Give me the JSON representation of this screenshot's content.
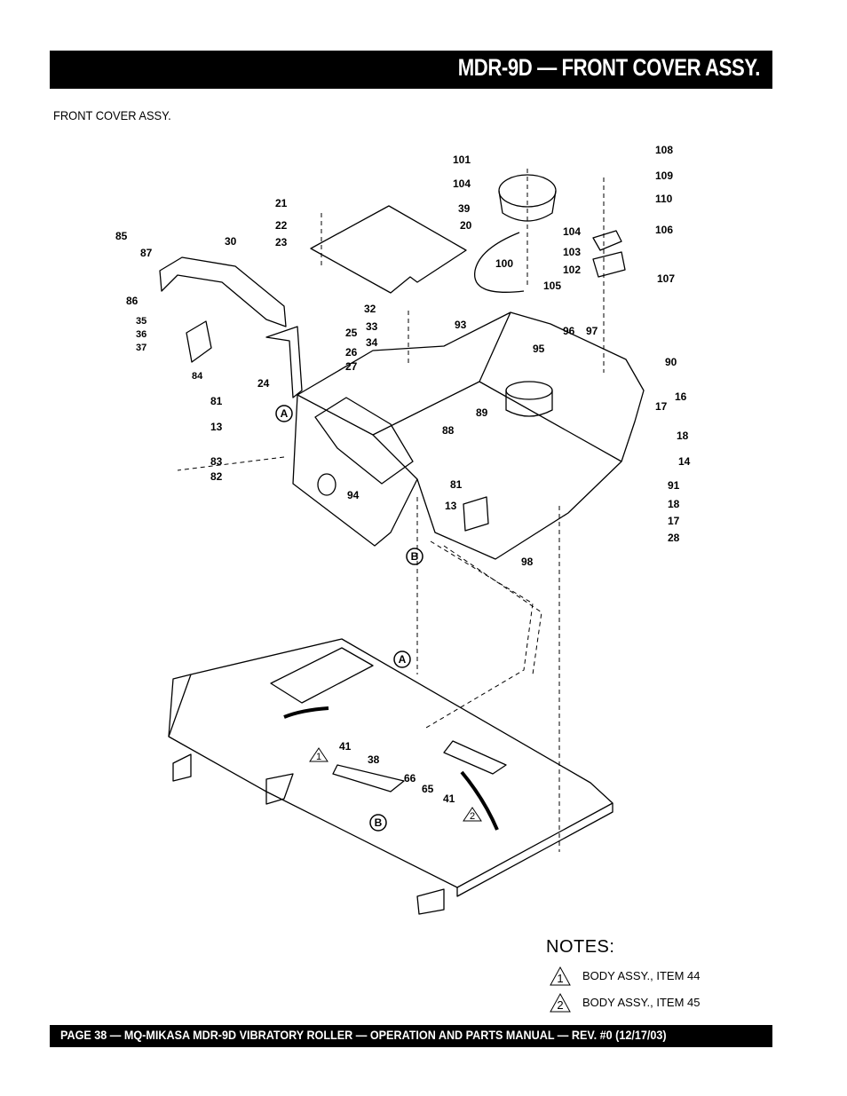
{
  "header": {
    "title": "MDR-9D — FRONT COVER ASSY."
  },
  "subtitle": "FRONT COVER ASSY.",
  "diagram": {
    "callouts": [
      {
        "id": "c101",
        "label": "101"
      },
      {
        "id": "c104a",
        "label": "104"
      },
      {
        "id": "c39",
        "label": "39"
      },
      {
        "id": "c108",
        "label": "108"
      },
      {
        "id": "c109",
        "label": "109"
      },
      {
        "id": "c110",
        "label": "110"
      },
      {
        "id": "c106",
        "label": "106"
      },
      {
        "id": "c107",
        "label": "107"
      },
      {
        "id": "c21",
        "label": "21"
      },
      {
        "id": "c22",
        "label": "22"
      },
      {
        "id": "c23",
        "label": "23"
      },
      {
        "id": "c20",
        "label": "20"
      },
      {
        "id": "c104b",
        "label": "104"
      },
      {
        "id": "c103",
        "label": "103"
      },
      {
        "id": "c102",
        "label": "102"
      },
      {
        "id": "c100",
        "label": "100"
      },
      {
        "id": "c105",
        "label": "105"
      },
      {
        "id": "c85",
        "label": "85"
      },
      {
        "id": "c87",
        "label": "87"
      },
      {
        "id": "c86",
        "label": "86"
      },
      {
        "id": "c30",
        "label": "30"
      },
      {
        "id": "c35",
        "label": "35"
      },
      {
        "id": "c36",
        "label": "36"
      },
      {
        "id": "c37",
        "label": "37"
      },
      {
        "id": "c84",
        "label": "84"
      },
      {
        "id": "c32",
        "label": "32"
      },
      {
        "id": "c25",
        "label": "25"
      },
      {
        "id": "c33",
        "label": "33"
      },
      {
        "id": "c34",
        "label": "34"
      },
      {
        "id": "c26",
        "label": "26"
      },
      {
        "id": "c27",
        "label": "27"
      },
      {
        "id": "c93",
        "label": "93"
      },
      {
        "id": "c96",
        "label": "96"
      },
      {
        "id": "c97",
        "label": "97"
      },
      {
        "id": "c95",
        "label": "95"
      },
      {
        "id": "c90",
        "label": "90"
      },
      {
        "id": "c24",
        "label": "24"
      },
      {
        "id": "c81a",
        "label": "81"
      },
      {
        "id": "c13a",
        "label": "13"
      },
      {
        "id": "c89",
        "label": "89"
      },
      {
        "id": "c88",
        "label": "88"
      },
      {
        "id": "c16",
        "label": "16"
      },
      {
        "id": "c17a",
        "label": "17"
      },
      {
        "id": "c18a",
        "label": "18"
      },
      {
        "id": "c14",
        "label": "14"
      },
      {
        "id": "c83",
        "label": "83"
      },
      {
        "id": "c82",
        "label": "82"
      },
      {
        "id": "c94",
        "label": "94"
      },
      {
        "id": "c81b",
        "label": "81"
      },
      {
        "id": "c13b",
        "label": "13"
      },
      {
        "id": "c91",
        "label": "91"
      },
      {
        "id": "c18b",
        "label": "18"
      },
      {
        "id": "c17b",
        "label": "17"
      },
      {
        "id": "c28",
        "label": "28"
      },
      {
        "id": "c98",
        "label": "98"
      },
      {
        "id": "c41a",
        "label": "41"
      },
      {
        "id": "c38",
        "label": "38"
      },
      {
        "id": "c66",
        "label": "66"
      },
      {
        "id": "c65",
        "label": "65"
      },
      {
        "id": "c41b",
        "label": "41"
      }
    ],
    "refs": {
      "a": "A",
      "b": "B"
    },
    "note_markers": {
      "one": "1",
      "two": "2"
    }
  },
  "notes": {
    "title": "NOTES:",
    "items": [
      {
        "marker": "1",
        "text": "BODY ASSY., ITEM 44"
      },
      {
        "marker": "2",
        "text": "BODY ASSY., ITEM 45"
      }
    ]
  },
  "footer": {
    "text": "PAGE 38 — MQ-MIKASA MDR-9D VIBRATORY ROLLER —  OPERATION AND PARTS MANUAL — REV. #0 (12/17/03)"
  },
  "colors": {
    "bar": "#000000",
    "ink": "#000000",
    "paper": "#ffffff"
  }
}
